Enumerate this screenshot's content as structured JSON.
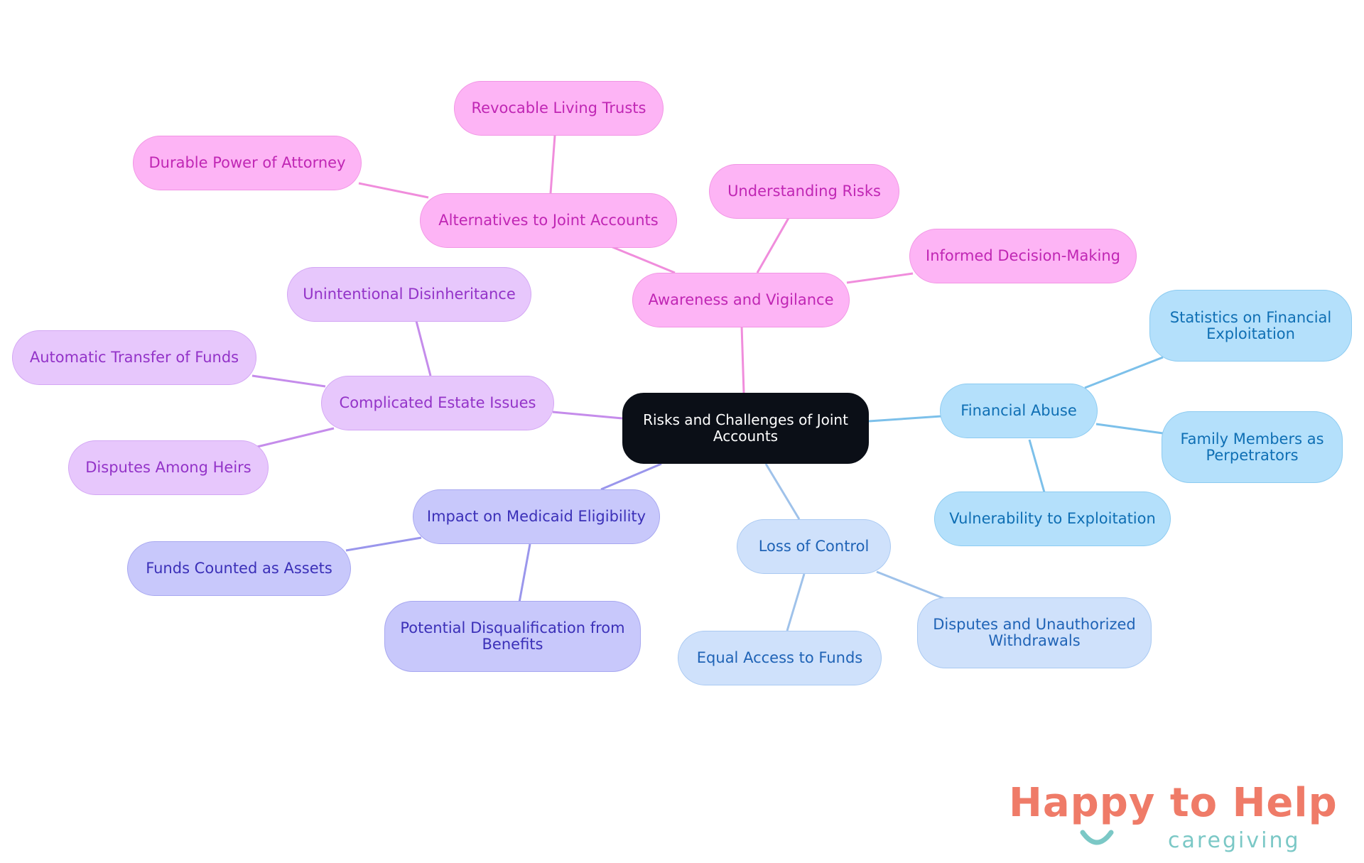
{
  "center": {
    "label": "Risks and Challenges of Joint Accounts"
  },
  "branches": {
    "awareness": {
      "label": "Awareness and Vigilance",
      "children": [
        "Understanding Risks",
        "Informed Decision-Making"
      ]
    },
    "alternatives": {
      "label": "Alternatives to Joint Accounts",
      "children": [
        "Revocable Living Trusts",
        "Durable Power of Attorney"
      ]
    },
    "estate": {
      "label": "Complicated Estate Issues",
      "children": [
        "Unintentional Disinheritance",
        "Automatic Transfer of Funds",
        "Disputes Among Heirs"
      ]
    },
    "medicaid": {
      "label": "Impact on Medicaid Eligibility",
      "children": [
        "Funds Counted as Assets",
        "Potential Disqualification from Benefits"
      ]
    },
    "control": {
      "label": "Loss of Control",
      "children": [
        "Equal Access to Funds",
        "Disputes and Unauthorized Withdrawals"
      ]
    },
    "abuse": {
      "label": "Financial Abuse",
      "children": [
        "Statistics on Financial Exploitation",
        "Family Members as Perpetrators",
        "Vulnerability to Exploitation"
      ]
    }
  },
  "colors": {
    "center": "#0b0f17",
    "pink": "#fdb4f5",
    "violet": "#e7c7fc",
    "indigo": "#c8c8fb",
    "light_blue": "#cfe1fb",
    "sky": "#b4e0fb"
  },
  "logo": {
    "brand": "Happy to Help",
    "tagline": "caregiving"
  }
}
